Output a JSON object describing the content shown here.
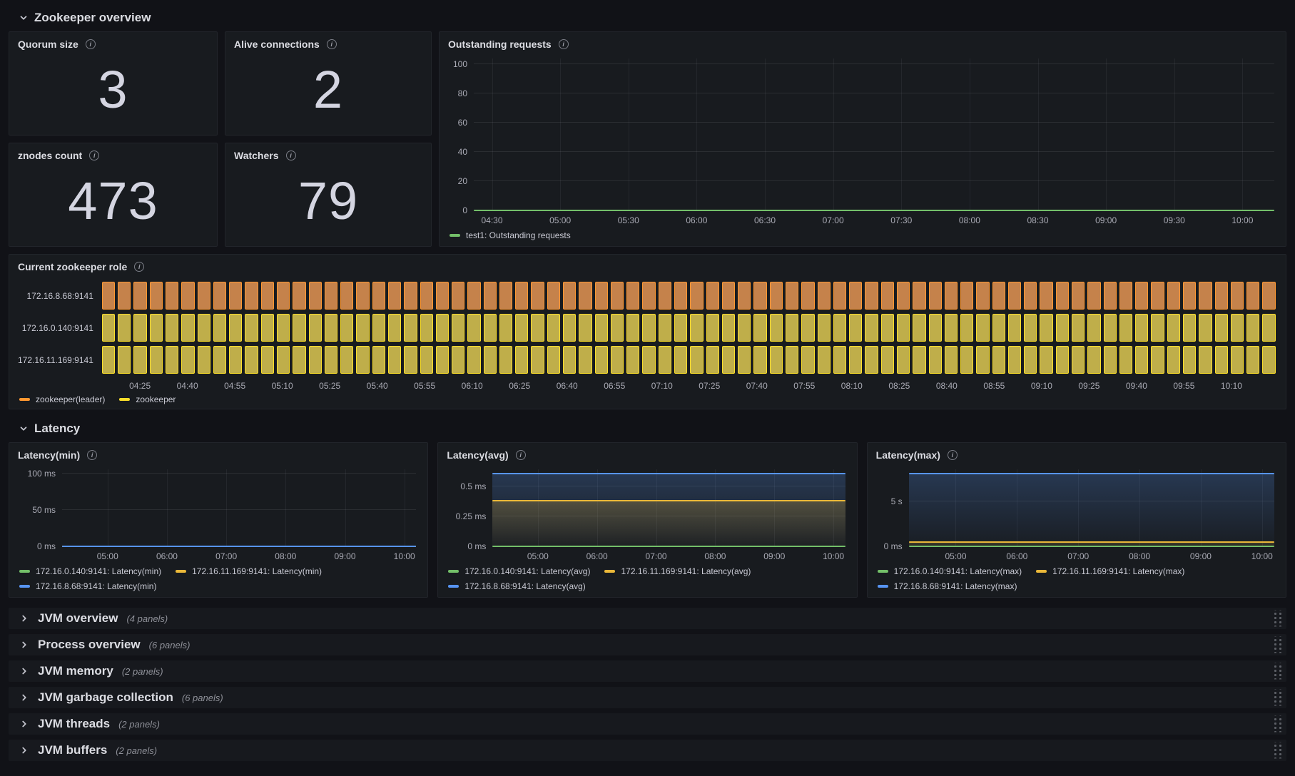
{
  "sections": {
    "overview": {
      "title": "Zookeeper overview"
    },
    "latency": {
      "title": "Latency"
    }
  },
  "stat_panels": [
    {
      "title": "Quorum size",
      "value": "3"
    },
    {
      "title": "Alive connections",
      "value": "2"
    },
    {
      "title": "znodes count",
      "value": "473"
    },
    {
      "title": "Watchers",
      "value": "79"
    }
  ],
  "chart_data": {
    "outstanding": {
      "type": "line",
      "title": "Outstanding requests",
      "ylim": [
        0,
        104
      ],
      "y_ticks": [
        {
          "value": 0,
          "label": "0"
        },
        {
          "value": 20,
          "label": "20"
        },
        {
          "value": 40,
          "label": "40"
        },
        {
          "value": 60,
          "label": "60"
        },
        {
          "value": 80,
          "label": "80"
        },
        {
          "value": 100,
          "label": "100"
        }
      ],
      "x_domain": [
        "04:22",
        "10:14"
      ],
      "x_ticks": [
        "04:30",
        "05:00",
        "05:30",
        "06:00",
        "06:30",
        "07:00",
        "07:30",
        "08:00",
        "08:30",
        "09:00",
        "09:30",
        "10:00"
      ],
      "grid": true,
      "series": [
        {
          "name": "test1: Outstanding requests",
          "color": "#73bf69",
          "value": 0,
          "fill": false
        }
      ],
      "legend_rows": [
        [
          {
            "color": "#73bf69",
            "label": "test1: Outstanding requests"
          }
        ]
      ]
    },
    "role": {
      "type": "timeline",
      "title": "Current zookeeper role",
      "rows": [
        {
          "label": "172.16.8.68:9141",
          "state": "zookeeper(leader)"
        },
        {
          "label": "172.16.0.140:9141",
          "state": "zookeeper"
        },
        {
          "label": "172.16.11.169:9141",
          "state": "zookeeper"
        }
      ],
      "states": {
        "zookeeper(leader)": {
          "fill": "#c5824b",
          "border": "#ff9830"
        },
        "zookeeper": {
          "fill": "#bfae4a",
          "border": "#fade2a"
        }
      },
      "bar_count": 74,
      "x_domain": [
        "04:13",
        "10:24"
      ],
      "x_ticks": [
        "04:25",
        "04:40",
        "04:55",
        "05:10",
        "05:25",
        "05:40",
        "05:55",
        "06:10",
        "06:25",
        "06:40",
        "06:55",
        "07:10",
        "07:25",
        "07:40",
        "07:55",
        "08:10",
        "08:25",
        "08:40",
        "08:55",
        "09:10",
        "09:25",
        "09:40",
        "09:55",
        "10:10"
      ],
      "legend_rows": [
        [
          {
            "color": "#ff9830",
            "label": "zookeeper(leader)"
          },
          {
            "color": "#fade2a",
            "label": "zookeeper"
          }
        ]
      ]
    },
    "latency_min": {
      "type": "line",
      "title": "Latency(min)",
      "ylim": [
        0,
        106
      ],
      "y_ticks": [
        {
          "value": 0,
          "label": "0 ms"
        },
        {
          "value": 50,
          "label": "50 ms"
        },
        {
          "value": 100,
          "label": "100 ms"
        }
      ],
      "x_domain": [
        "04:14",
        "10:12"
      ],
      "x_ticks": [
        "05:00",
        "06:00",
        "07:00",
        "08:00",
        "09:00",
        "10:00"
      ],
      "grid": true,
      "series": [
        {
          "name": "172.16.0.140:9141: Latency(min)",
          "color": "#73bf69",
          "value": 0,
          "fill": false
        },
        {
          "name": "172.16.11.169:9141: Latency(min)",
          "color": "#eab839",
          "value": 0,
          "fill": false
        },
        {
          "name": "172.16.8.68:9141: Latency(min)",
          "color": "#5794f2",
          "value": 0,
          "fill": false
        }
      ],
      "legend_rows": [
        [
          {
            "color": "#73bf69",
            "label": "172.16.0.140:9141: Latency(min)"
          },
          {
            "color": "#eab839",
            "label": "172.16.11.169:9141: Latency(min)"
          }
        ],
        [
          {
            "color": "#5794f2",
            "label": "172.16.8.68:9141: Latency(min)"
          }
        ]
      ]
    },
    "latency_avg": {
      "type": "line",
      "title": "Latency(avg)",
      "ylim": [
        0,
        0.645
      ],
      "y_ticks": [
        {
          "value": 0,
          "label": "0 ms"
        },
        {
          "value": 0.25,
          "label": "0.25 ms"
        },
        {
          "value": 0.5,
          "label": "0.5 ms"
        }
      ],
      "x_domain": [
        "04:14",
        "10:12"
      ],
      "x_ticks": [
        "05:00",
        "06:00",
        "07:00",
        "08:00",
        "09:00",
        "10:00"
      ],
      "grid": true,
      "series": [
        {
          "name": "172.16.8.68:9141: Latency(avg)",
          "color": "#5794f2",
          "value": 0.61,
          "fill": true
        },
        {
          "name": "172.16.11.169:9141: Latency(avg)",
          "color": "#eab839",
          "value": 0.38,
          "fill": true
        },
        {
          "name": "172.16.0.140:9141: Latency(avg)",
          "color": "#73bf69",
          "value": 0,
          "fill": false
        }
      ],
      "legend_rows": [
        [
          {
            "color": "#73bf69",
            "label": "172.16.0.140:9141: Latency(avg)"
          },
          {
            "color": "#eab839",
            "label": "172.16.11.169:9141: Latency(avg)"
          }
        ],
        [
          {
            "color": "#5794f2",
            "label": "172.16.8.68:9141: Latency(avg)"
          }
        ]
      ]
    },
    "latency_max": {
      "type": "line",
      "title": "Latency(max)",
      "ylim": [
        0,
        8.6
      ],
      "y_ticks": [
        {
          "value": 0,
          "label": "0 ms"
        },
        {
          "value": 5,
          "label": "5 s"
        }
      ],
      "x_domain": [
        "04:14",
        "10:12"
      ],
      "x_ticks": [
        "05:00",
        "06:00",
        "07:00",
        "08:00",
        "09:00",
        "10:00"
      ],
      "grid": true,
      "series": [
        {
          "name": "172.16.8.68:9141: Latency(max)",
          "color": "#5794f2",
          "value": 8.1,
          "fill": true
        },
        {
          "name": "172.16.11.169:9141: Latency(max)",
          "color": "#eab839",
          "value": 0.45,
          "fill": true
        },
        {
          "name": "172.16.0.140:9141: Latency(max)",
          "color": "#73bf69",
          "value": 0,
          "fill": false
        }
      ],
      "legend_rows": [
        [
          {
            "color": "#73bf69",
            "label": "172.16.0.140:9141: Latency(max)"
          },
          {
            "color": "#eab839",
            "label": "172.16.11.169:9141: Latency(max)"
          }
        ],
        [
          {
            "color": "#5794f2",
            "label": "172.16.8.68:9141: Latency(max)"
          }
        ]
      ]
    }
  },
  "collapsed_rows": [
    {
      "title": "JVM overview",
      "count_label": "(4 panels)"
    },
    {
      "title": "Process overview",
      "count_label": "(6 panels)"
    },
    {
      "title": "JVM memory",
      "count_label": "(2 panels)"
    },
    {
      "title": "JVM garbage collection",
      "count_label": "(6 panels)"
    },
    {
      "title": "JVM threads",
      "count_label": "(2 panels)"
    },
    {
      "title": "JVM buffers",
      "count_label": "(2 panels)"
    }
  ]
}
